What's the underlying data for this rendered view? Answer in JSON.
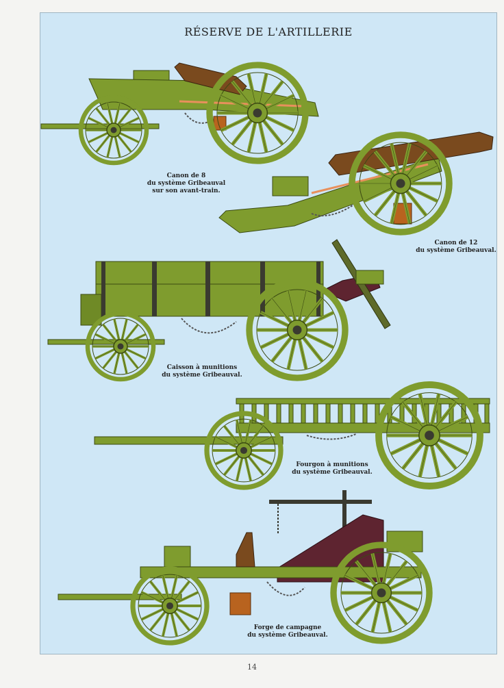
{
  "page": {
    "title": "RÉSERVE DE L'ARTILLERIE",
    "page_number": "14"
  },
  "captions": {
    "canon8": [
      "Canon de 8",
      "du système Gribeauval",
      "sur son avant-train."
    ],
    "canon12": [
      "Canon de 12",
      "du système Gribeauval."
    ],
    "caisson": [
      "Caisson à munitions",
      "du système Gribeauval."
    ],
    "fourgon": [
      "Fourgon à munitions",
      "du système Gribeauval."
    ],
    "forge": [
      "Forge de campagne",
      "du système Gribeauval."
    ]
  },
  "colors": {
    "panel": "#cfe7f6",
    "wood_green": "#7f9c2e",
    "wood_dark": "#4d6218",
    "bronze": "#7a4a1e",
    "iron": "#3a3a30",
    "bucket": "#b8631f",
    "forge_red": "#5e2430"
  }
}
